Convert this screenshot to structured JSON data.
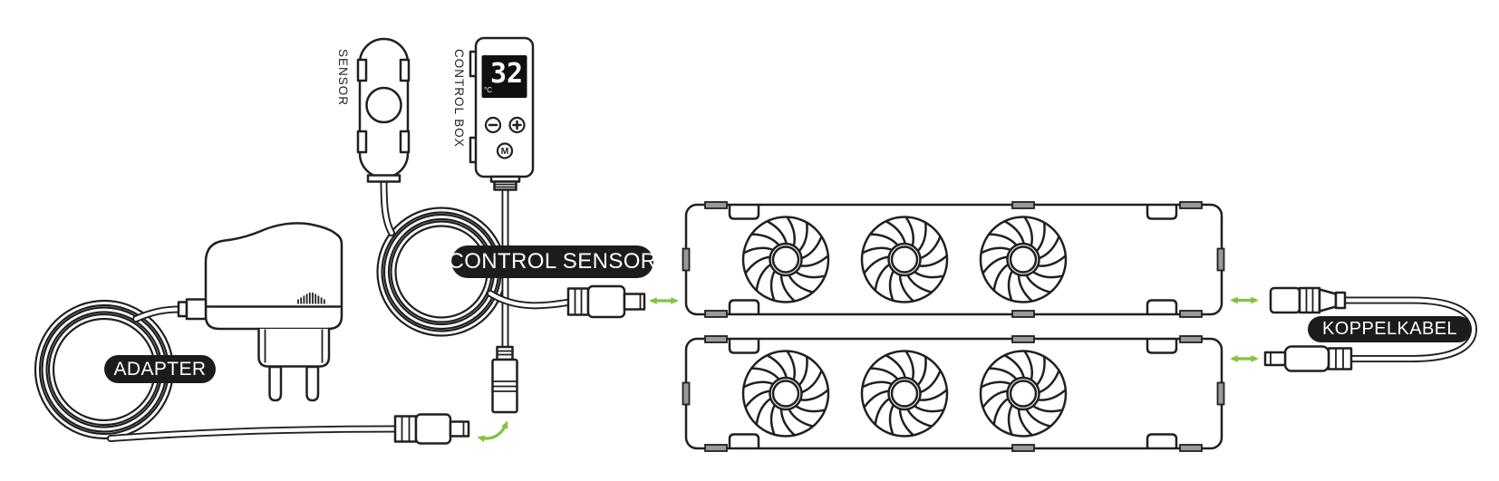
{
  "labels": {
    "sensor": "SENSOR",
    "control_box": "CONTROL BOX",
    "control_sensor": "CONTROL SENSOR",
    "adapter": "ADAPTER",
    "koppelkabel": "KOPPELKABEL"
  },
  "control_box": {
    "display_value": "32",
    "display_unit": "°C",
    "mode_button": "M"
  },
  "colors": {
    "line": "#231f20",
    "green": "#83c341",
    "pill_bg": "#1c1c1a",
    "pill_text": "#ffffff",
    "tab_fill": "#999999",
    "screen_bg": "#101010"
  }
}
